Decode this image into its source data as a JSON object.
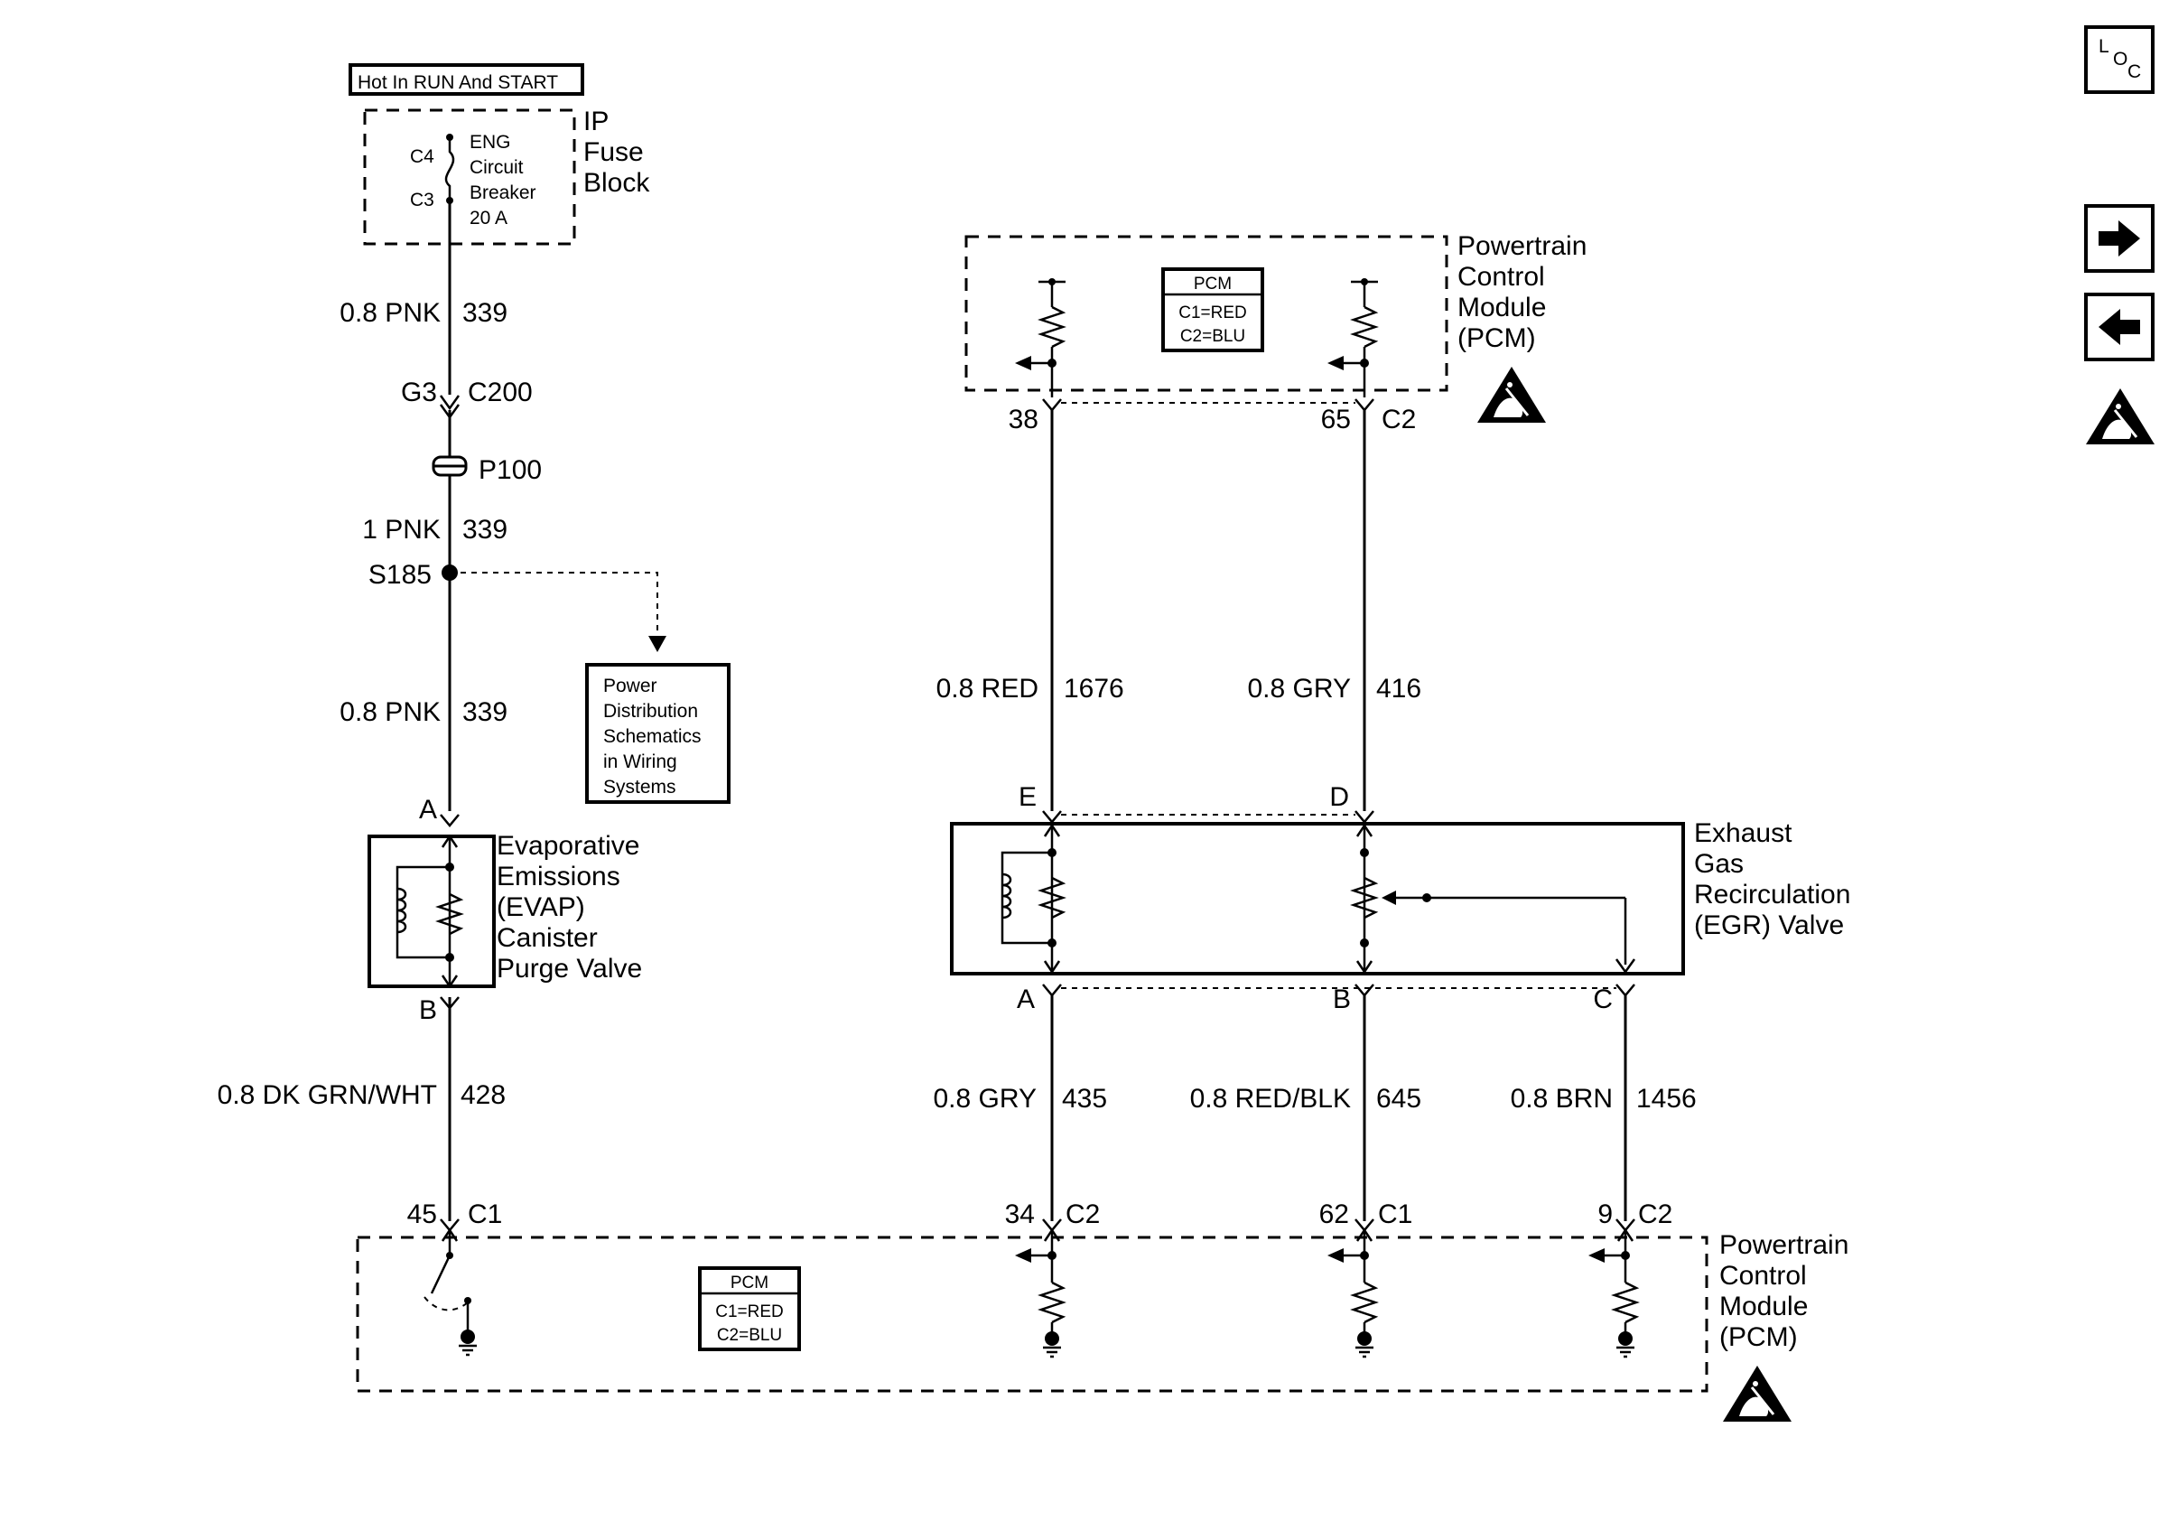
{
  "power": {
    "hot_label": "Hot In RUN And START",
    "fuse_block": [
      "IP",
      "Fuse",
      "Block"
    ],
    "breaker": [
      "ENG",
      "Circuit",
      "Breaker",
      "20 A"
    ],
    "pin_c4": "C4",
    "pin_c3": "C3"
  },
  "left_circuit": {
    "wire1_color": "0.8 PNK",
    "wire1_num": "339",
    "conn_g3": "G3",
    "conn_c200": "C200",
    "p100": "P100",
    "wire2_color": "1 PNK",
    "wire2_num": "339",
    "splice": "S185",
    "wire3_color": "0.8 PNK",
    "wire3_num": "339",
    "power_ref": [
      "Power",
      "Distribution",
      "Schematics",
      "in Wiring",
      "Systems"
    ],
    "pin_a": "A",
    "pin_b": "B",
    "wire4_color": "0.8 DK GRN/WHT",
    "wire4_num": "428"
  },
  "evap_valve": {
    "name": [
      "Evaporative",
      "Emissions",
      "(EVAP)",
      "Canister",
      "Purge Valve"
    ]
  },
  "pcm_top": {
    "name": [
      "Powertrain",
      "Control",
      "Module",
      "(PCM)"
    ],
    "legend_title": "PCM",
    "legend_c1": "C1=RED",
    "legend_c2": "C2=BLU",
    "pin_38": "38",
    "pin_65": "65",
    "conn_c2": "C2"
  },
  "egr_wires_top": {
    "left_color": "0.8 RED",
    "left_num": "1676",
    "right_color": "0.8 GRY",
    "right_num": "416"
  },
  "egr_valve": {
    "name": [
      "Exhaust",
      "Gas",
      "Recirculation",
      "(EGR) Valve"
    ],
    "pin_e": "E",
    "pin_d": "D",
    "pin_a": "A",
    "pin_b": "B",
    "pin_c": "C"
  },
  "egr_wires_bottom": {
    "a_color": "0.8 GRY",
    "a_num": "435",
    "b_color": "0.8 RED/BLK",
    "b_num": "645",
    "c_color": "0.8 BRN",
    "c_num": "1456"
  },
  "pcm_bottom": {
    "name": [
      "Powertrain",
      "Control",
      "Module",
      "(PCM)"
    ],
    "legend_title": "PCM",
    "legend_c1": "C1=RED",
    "legend_c2": "C2=BLU",
    "pin_45": "45",
    "conn_45": "C1",
    "pin_34": "34",
    "conn_34": "C2",
    "pin_62": "62",
    "conn_62": "C1",
    "pin_9": "9",
    "conn_9": "C2"
  },
  "nav": {
    "loc_l": "L",
    "loc_o": "O",
    "loc_c": "C",
    "next_icon": "arrow-right-icon",
    "prev_icon": "arrow-left-icon",
    "esd_icon": "esd-warning-icon"
  }
}
